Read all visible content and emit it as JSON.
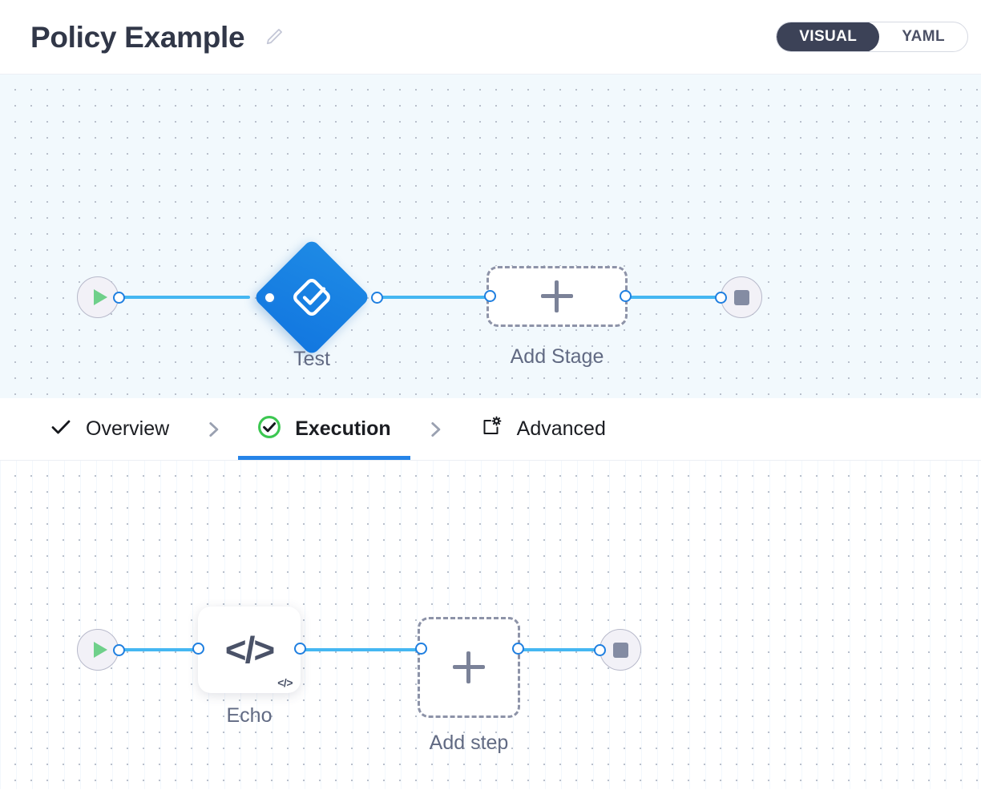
{
  "header": {
    "title": "Policy Example",
    "edit_icon": "pencil-icon",
    "view_toggle": {
      "options": [
        {
          "id": "visual",
          "label": "VISUAL",
          "active": true
        },
        {
          "id": "yaml",
          "label": "YAML",
          "active": false
        }
      ],
      "active_bg": "#3c4257",
      "active_text": "#ffffff",
      "inactive_text": "#4c5166"
    }
  },
  "stage_canvas": {
    "background": "#f2f9fd",
    "edge_color": "#45b7f2",
    "port_color": "#1f7fe0",
    "start_node": {
      "icon": "play-icon",
      "color": "#6fd08a"
    },
    "end_node": {
      "icon": "stop-icon",
      "color": "#848ca3"
    },
    "nodes": [
      {
        "id": "test",
        "label": "Test",
        "icon": "approval-check-icon",
        "shape": "diamond",
        "color": "#1277e0"
      },
      {
        "id": "add-stage",
        "label": "Add Stage",
        "icon": "plus-icon",
        "shape": "dashed-rect"
      }
    ]
  },
  "tabs": [
    {
      "id": "overview",
      "label": "Overview",
      "icon": "check-icon",
      "active": false
    },
    {
      "id": "execution",
      "label": "Execution",
      "icon": "check-circle-icon",
      "active": true
    },
    {
      "id": "advanced",
      "label": "Advanced",
      "icon": "box-gear-icon",
      "active": false
    }
  ],
  "tab_separator_icon": "chevron-right-icon",
  "step_canvas": {
    "background": "#ffffff",
    "edge_color": "#45b7f2",
    "port_color": "#1f7fe0",
    "start_node": {
      "icon": "play-icon",
      "color": "#6fd08a"
    },
    "end_node": {
      "icon": "stop-icon",
      "color": "#848ca3"
    },
    "nodes": [
      {
        "id": "echo",
        "label": "Echo",
        "icon": "code-icon",
        "glyph": "</>",
        "badge": "</>",
        "shape": "card"
      },
      {
        "id": "add-step",
        "label": "Add step",
        "icon": "plus-icon",
        "shape": "dashed-rect"
      }
    ]
  }
}
